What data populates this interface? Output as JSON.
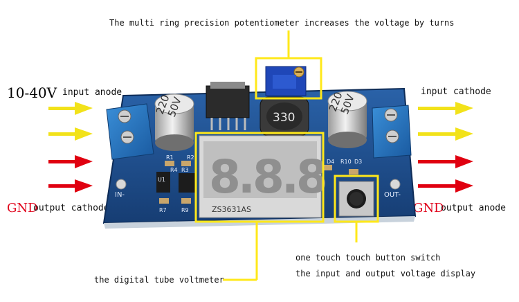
{
  "annotations": {
    "top_caption": "The multi ring precision potentiometer increases the voltage by turns",
    "voltage_range": "10-40V",
    "input_anode": "input anode",
    "input_cathode": "input cathode",
    "gnd_left": "GND",
    "output_cathode": "output cathode",
    "gnd_right": "GND",
    "output_anode": "output anode",
    "voltmeter_caption": "the digital tube voltmeter",
    "button_caption": "one touch touch button switch",
    "display_caption": "the input and output voltage display"
  },
  "board": {
    "capacitor_left": [
      "220",
      "50V"
    ],
    "capacitor_right": [
      "220",
      "50V"
    ],
    "inductor_code": "330",
    "display_digits": "8.8.8",
    "display_part": "ZS3631AS",
    "label_in": "IN-",
    "label_out": "OUT-",
    "silk": [
      "R1",
      "R2",
      "R3",
      "R4",
      "R7",
      "R9",
      "U1",
      "D4",
      "R10",
      "D3"
    ]
  },
  "colors": {
    "board": "#1f4f8f",
    "frame": "#ffe81a",
    "arrow_yellow": "#f2e21a",
    "arrow_red": "#e00010",
    "gnd_text": "#e0001a"
  }
}
